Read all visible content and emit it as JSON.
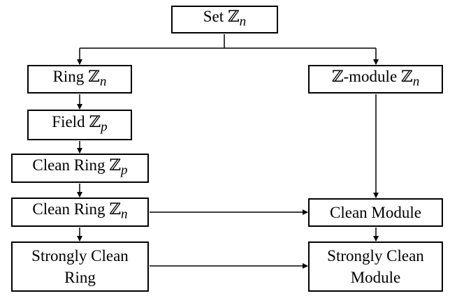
{
  "nodes": {
    "set_zn": {
      "text": "Set ",
      "sym": "ℤ",
      "sub": "n"
    },
    "ring_zn": {
      "text": "Ring ",
      "sym": "ℤ",
      "sub": "n"
    },
    "zmodule": {
      "text": "-module ",
      "sym_before": "ℤ",
      "sym": "ℤ",
      "sub": "n"
    },
    "field_zp": {
      "text": "Field ",
      "sym": "ℤ",
      "sub": "p"
    },
    "clean_ring_zp": {
      "text": "Clean Ring ",
      "sym": "ℤ",
      "sub": "p"
    },
    "clean_ring_zn": {
      "text": "Clean Ring ",
      "sym": "ℤ",
      "sub": "n"
    },
    "clean_module": {
      "text": "Clean Module"
    },
    "strongly_clean_ring": {
      "line1": "Strongly Clean",
      "line2": "Ring"
    },
    "strongly_clean_module": {
      "line1": "Strongly Clean",
      "line2": "Module"
    }
  },
  "colors": {
    "stroke": "#000000",
    "background": "#ffffff"
  }
}
